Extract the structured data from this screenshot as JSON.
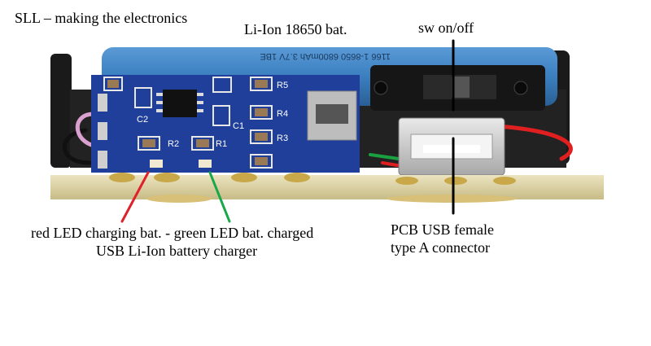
{
  "labels": {
    "title": "SLL – making the electronics",
    "battery": "Li-Ion 18650 bat.",
    "switch": "sw on/off",
    "led": "red LED charging bat. - green LED bat. charged",
    "charger": "USB Li-Ion battery charger",
    "usb_line1": "PCB USB female",
    "usb_line2": "type A connector"
  },
  "silkscreen": [
    "R5",
    "R4",
    "R3",
    "C1",
    "R2",
    "R1",
    "C2"
  ],
  "colors": {
    "battery": "#3b7fc0",
    "pcb_blue": "#1f3f9a",
    "board": "#d9cfa0",
    "red_led_line": "#e0202a",
    "green_led_line": "#18a848",
    "switch_body": "#161616"
  }
}
